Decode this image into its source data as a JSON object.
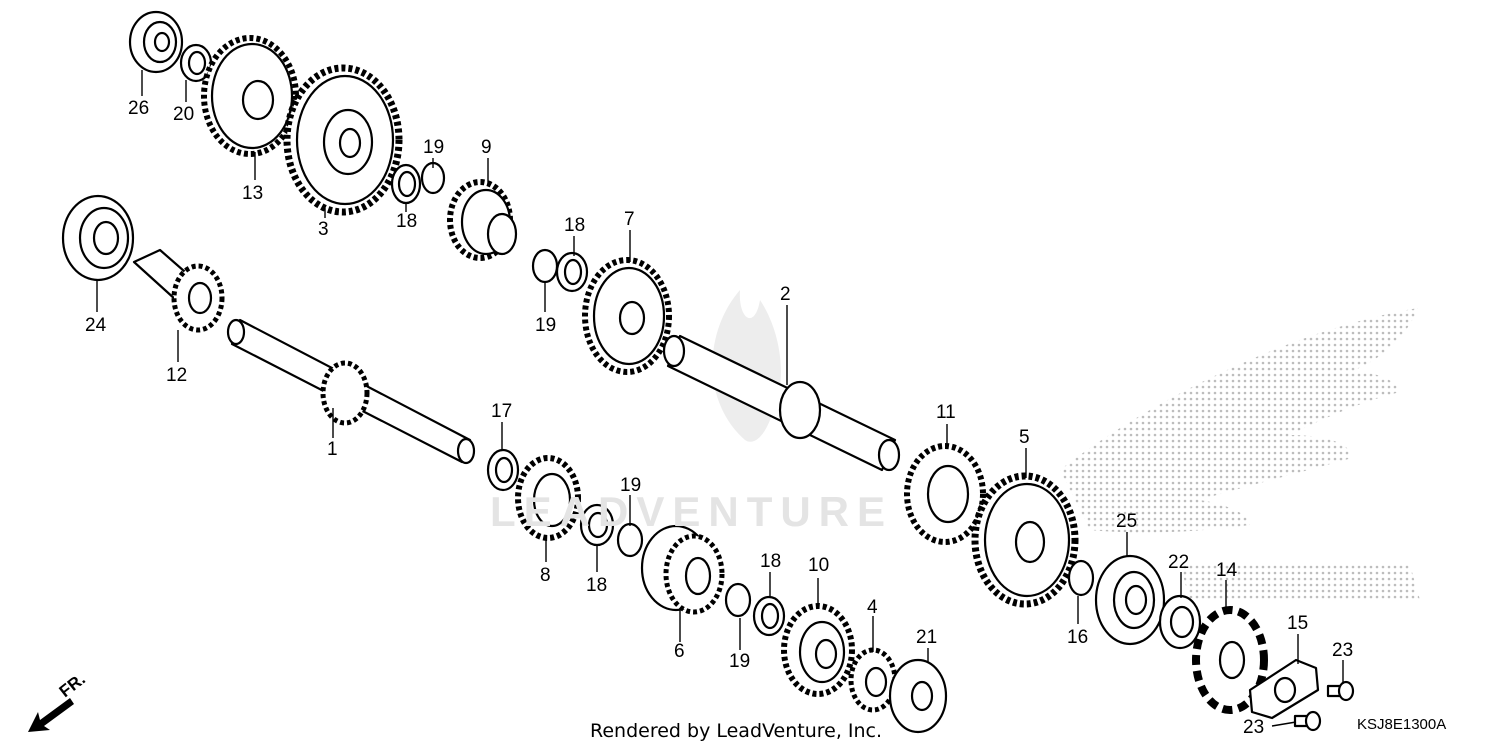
{
  "diagram": {
    "callouts": [
      "26",
      "20",
      "13",
      "3",
      "19",
      "18",
      "9",
      "7",
      "18",
      "19",
      "24",
      "12",
      "1",
      "2",
      "17",
      "8",
      "19",
      "18",
      "6",
      "18",
      "19",
      "10",
      "4",
      "21",
      "11",
      "5",
      "25",
      "16",
      "22",
      "14",
      "15",
      "23",
      "23"
    ],
    "footer": "Rendered by LeadVenture, Inc.",
    "code": "KSJ8E1300A",
    "direction": "FR.",
    "watermark": "LEADVENTURE",
    "colors": {
      "line": "#000000",
      "logo_dots": "#bdbdbd",
      "background": "#ffffff"
    }
  }
}
